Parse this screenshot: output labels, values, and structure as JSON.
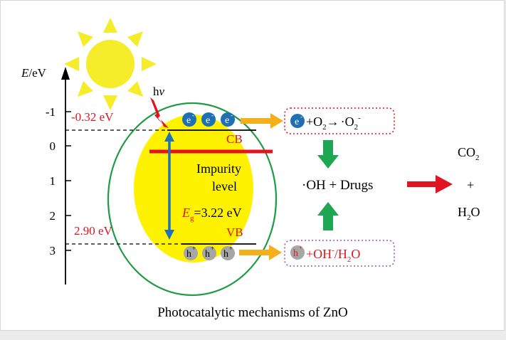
{
  "axis": {
    "label_italic": "E",
    "label_rest": "/eV",
    "ticks": [
      "-1",
      "0",
      "1",
      "2",
      "3"
    ]
  },
  "light": {
    "label_main": "h",
    "label_nu": "v"
  },
  "cb": {
    "potential_label": "-0.32 eV",
    "band_label": "CB",
    "electron_symbol": "e",
    "electron_charge": "-"
  },
  "vb": {
    "potential_label": "2.90 eV",
    "band_label": "VB",
    "hole_symbol": "h",
    "hole_charge": "+"
  },
  "impurity": {
    "line1": "Impurity",
    "line2": "level"
  },
  "bandgap": {
    "symbol": "E",
    "subscript": "g",
    "value": "=3.22 eV"
  },
  "reactions": {
    "reduction": {
      "electron": "e",
      "electron_charge": "-",
      "plus_o": "+O",
      "o_sub": "2",
      "arrow": "→",
      "radical": "·O",
      "radical_sub": "2",
      "radical_sup": "-"
    },
    "oxidation": {
      "hole": "h",
      "hole_charge": "+",
      "plus_oh": "+OH",
      "oh_sup": "-",
      "slash_h": "/H",
      "h_sub": "2",
      "o_tail": "O"
    },
    "center": "·OH + Drugs"
  },
  "products": {
    "co": "CO",
    "co_sub": "2",
    "plus": "+",
    "h": "H",
    "h_sub": "2",
    "o": "O"
  },
  "caption": "Photocatalytic mechanisms of ZnO",
  "colors": {
    "sun": "#f5ec2a",
    "particle_fill": "#fff200",
    "particle_border": "#1f9a45",
    "red": "#e2141f",
    "blue": "#1f72b8",
    "electron": "#1f6fb4",
    "hole": "#a6a6a6",
    "orange": "#f3b01b",
    "green": "#1fa653"
  }
}
